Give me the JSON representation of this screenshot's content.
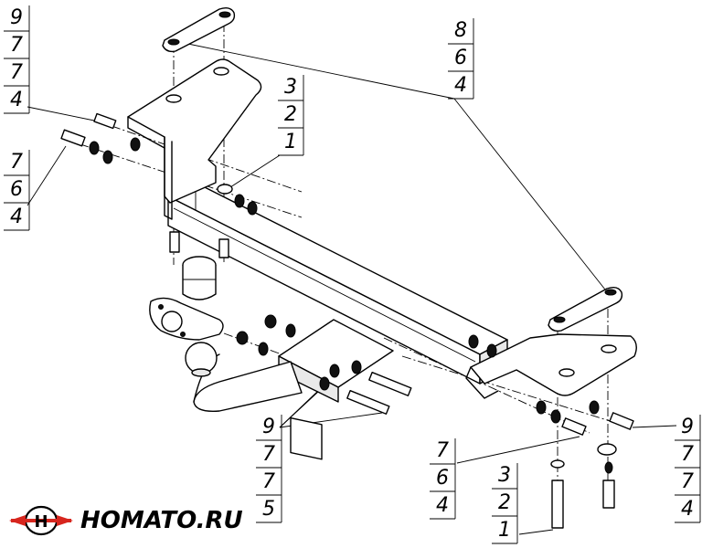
{
  "brand": {
    "name": "HOMATO.RU",
    "accent": "#d7261e"
  },
  "callouts": [
    {
      "id": "top-left",
      "labels": [
        "9",
        "7",
        "7",
        "4"
      ]
    },
    {
      "id": "left",
      "labels": [
        "7",
        "6",
        "4"
      ]
    },
    {
      "id": "center-top",
      "labels": [
        "3",
        "2",
        "1"
      ]
    },
    {
      "id": "top-right",
      "labels": [
        "8",
        "6",
        "4"
      ]
    },
    {
      "id": "bottom-center",
      "labels": [
        "9",
        "7",
        "7",
        "5"
      ]
    },
    {
      "id": "bottom-mid-right",
      "labels": [
        "7",
        "6",
        "4"
      ]
    },
    {
      "id": "bottom-right-stack",
      "labels": [
        "3",
        "2",
        "1"
      ]
    },
    {
      "id": "right",
      "labels": [
        "9",
        "7",
        "7",
        "4"
      ]
    }
  ]
}
